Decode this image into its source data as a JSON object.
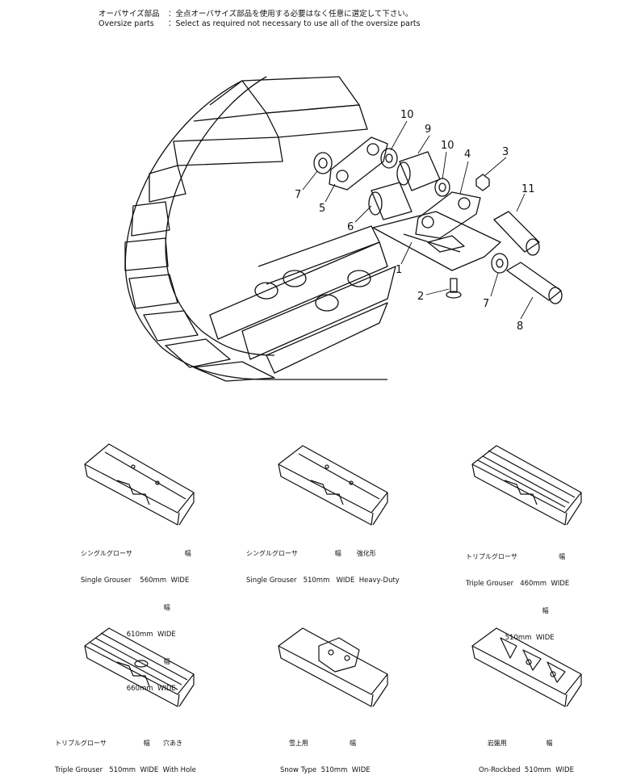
{
  "header": {
    "line1_key": "オーバサイズ部品",
    "line1_text": "：全点オーバサイズ部品を使用する必要はなく任意に選定して下さい。",
    "line2_key": "Oversize parts",
    "line2_text": "：Select as required not necessary to use all of the oversize parts"
  },
  "callouts": [
    "10",
    "9",
    "10",
    "4",
    "3",
    "11",
    "7",
    "5",
    "6",
    "1",
    "2",
    "7",
    "8"
  ],
  "variants": [
    {
      "jp": "シングルグローサ",
      "en": "Single Grouser",
      "rows": [
        {
          "jp_note": "幅",
          "size": "560mm",
          "width": "WIDE"
        },
        {
          "jp_note": "幅",
          "size": "610mm",
          "width": "WIDE"
        },
        {
          "jp_note": "幅",
          "size": "660mm",
          "width": "WIDE"
        }
      ]
    },
    {
      "jp": "シングルグローサ",
      "en": "Single Grouser",
      "rows": [
        {
          "jp_note": "幅",
          "size": "510mm",
          "width": "WIDE",
          "extra_jp": "強化形",
          "extra": "Heavy-Duty"
        }
      ]
    },
    {
      "jp": "トリプルグローサ",
      "en": "Triple Grouser",
      "rows": [
        {
          "jp_note": "幅",
          "size": "460mm",
          "width": "WIDE"
        },
        {
          "jp_note": "幅",
          "size": "510mm",
          "width": "WIDE"
        }
      ]
    },
    {
      "jp": "トリプルグローサ",
      "en": "Triple Grouser",
      "rows": [
        {
          "jp_note": "幅",
          "size": "510mm",
          "width": "WIDE",
          "extra_jp": "穴あき",
          "extra": "With Hole"
        }
      ]
    },
    {
      "jp": "雪上用",
      "en": "Snow Type",
      "rows": [
        {
          "jp_note": "幅",
          "size": "510mm",
          "width": "WIDE"
        }
      ]
    },
    {
      "jp": "岩盤用",
      "en": "On-Rockbed",
      "rows": [
        {
          "jp_note": "幅",
          "size": "510mm",
          "width": "WIDE"
        }
      ]
    }
  ]
}
